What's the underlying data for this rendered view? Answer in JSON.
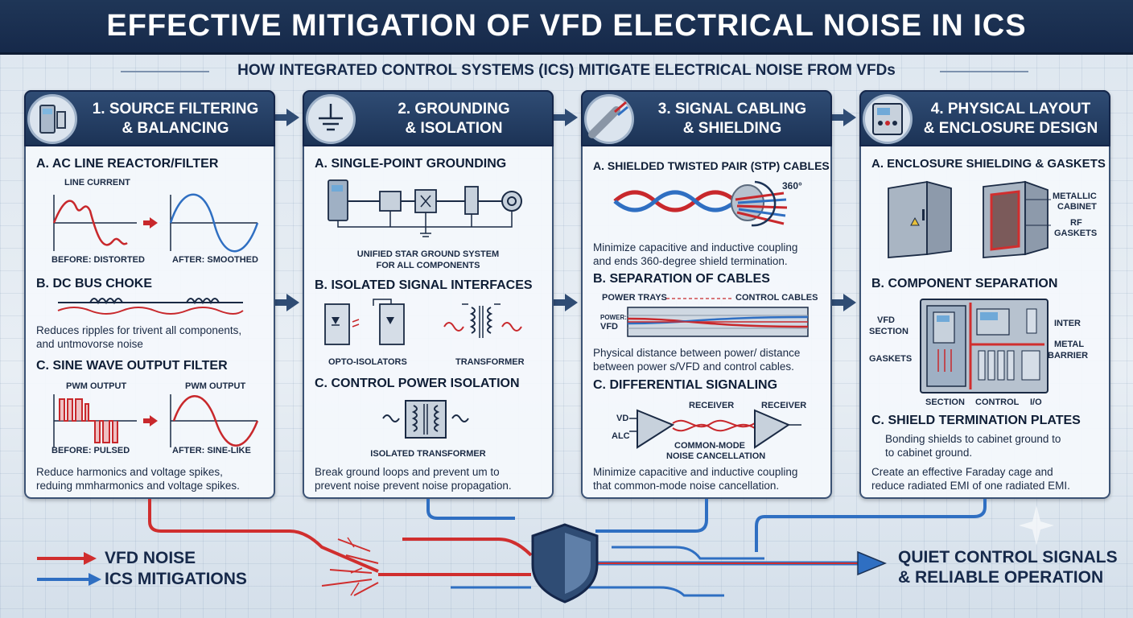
{
  "title": "EFFECTIVE MITIGATION OF VFD ELECTRICAL NOISE IN ICS",
  "subtitle": "HOW INTEGRATED CONTROL SYSTEMS (ICS) MITIGATE ELECTRICAL NOISE FROM VFDs",
  "colors": {
    "noise": "#d02e2e",
    "mitigation": "#2f6fc2",
    "header": "#1c3356"
  },
  "panels": [
    {
      "title_line1": "1. SOURCE FILTERING",
      "title_line2": "& BALANCING",
      "icon": "vfd-drive-icon",
      "sections": [
        {
          "heading": "A. AC LINE REACTOR/FILTER",
          "label_top": "LINE CURRENT",
          "before": "BEFORE: DISTORTED",
          "after": "AFTER: SMOOTHED"
        },
        {
          "heading": "B. DC BUS CHOKE",
          "text1": "Reduces ripples for trivent all components,",
          "text2": "and untmovorse noise"
        },
        {
          "heading": "C. SINE WAVE OUTPUT FILTER",
          "label_left": "PWM OUTPUT",
          "label_right": "PWM OUTPUT",
          "before": "BEFORE: PULSED",
          "after": "AFTER: SINE-LIKE",
          "text1": "Reduce harmonics and voltage spikes,",
          "text2": "reduing mmharmonics and voltage spikes."
        }
      ]
    },
    {
      "title_line1": "2. GROUNDING",
      "title_line2": "& ISOLATION",
      "icon": "ground-icon",
      "sections": [
        {
          "heading": "A. SINGLE-POINT GROUNDING",
          "cap1": "UNIFIED STAR GROUND SYSTEM",
          "cap2": "FOR ALL COMPONENTS"
        },
        {
          "heading": "B. ISOLATED SIGNAL INTERFACES",
          "left": "OPTO-ISOLATORS",
          "right": "TRANSFORMER"
        },
        {
          "heading": "C. CONTROL POWER ISOLATION",
          "cap": "ISOLATED TRANSFORMER",
          "text1": "Break ground loops and prevent um to",
          "text2": "prevent noise prevent noise propagation."
        }
      ]
    },
    {
      "title_line1": "3. SIGNAL CABLING",
      "title_line2": "& SHIELDING",
      "icon": "shielded-cable-icon",
      "sections": [
        {
          "heading": "A. SHIELDED TWISTED PAIR (STP) CABLES",
          "deg": "360°",
          "text1": "Minimize capacitive and inductive coupling",
          "text2": "and ends 360-degree shield termination."
        },
        {
          "heading": "B. SEPARATION OF CABLES",
          "left": "POWER TRAYS",
          "right": "CONTROL CABLES",
          "power_label": "POWER:",
          "vfd_label": "VFD",
          "text1": "Physical distance between power/ distance",
          "text2": "between power s/VFD and control cables."
        },
        {
          "heading": "C. DIFFERENTIAL SIGNALING",
          "vd": "VD",
          "alc": "ALC",
          "receiver1": "RECEIVER",
          "receiver2": "RECEIVER",
          "cap1": "COMMON-MODE",
          "cap2": "NOISE CANCELLATION",
          "text1": "Minimize capacitive and inductive coupling",
          "text2": "that common-mode noise cancellation."
        }
      ]
    },
    {
      "title_line1": "4. PHYSICAL LAYOUT",
      "title_line2": "& ENCLOSURE DESIGN",
      "icon": "control-panel-icon",
      "sections": [
        {
          "heading": "A. ENCLOSURE SHIELDING & GASKETS",
          "l1": "METALLIC",
          "l2": "CABINET",
          "l3": "RF",
          "l4": "GASKETS"
        },
        {
          "heading": "B. COMPONENT SEPARATION",
          "vfd1": "VFD",
          "vfd2": "SECTION",
          "gaskets": "GASKETS",
          "inter": "INTER",
          "metal": "METAL",
          "barrier": "BARRIER",
          "b1": "SECTION",
          "b2": "CONTROL",
          "b3": "I/O"
        },
        {
          "heading": "C. SHIELD TERMINATION PLATES",
          "text1": "Bonding shields to cabinet ground to",
          "text2": "to cabinet ground.",
          "text3": "Create an effective Faraday cage and",
          "text4": "reduce radiated EMI of one radiated EMI."
        }
      ]
    }
  ],
  "legend": {
    "noise": "VFD NOISE",
    "mitigation": "ICS MITIGATIONS"
  },
  "outcome": {
    "line1": "QUIET CONTROL SIGNALS",
    "line2": "& RELIABLE OPERATION"
  }
}
